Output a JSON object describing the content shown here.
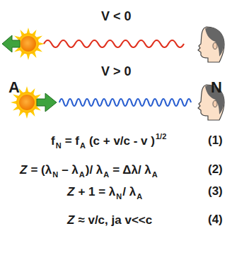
{
  "diagram": {
    "labels": [
      "V < 0",
      "A",
      "V > 0",
      "N",
      "f",
      "N",
      "= f",
      "A",
      "(c + v/c - v )",
      "1/2",
      "(1)",
      "Z",
      "= (λ",
      "N",
      "– λ",
      "A",
      ")/ λ",
      "A",
      "= Δλ/ λ",
      "A",
      "(2)",
      "Z",
      "+ 1 = λ",
      "N",
      "/ λ",
      "A",
      "(3)",
      "Z",
      "≈ v/c, ja v<<c",
      "(4)"
    ]
  }
}
